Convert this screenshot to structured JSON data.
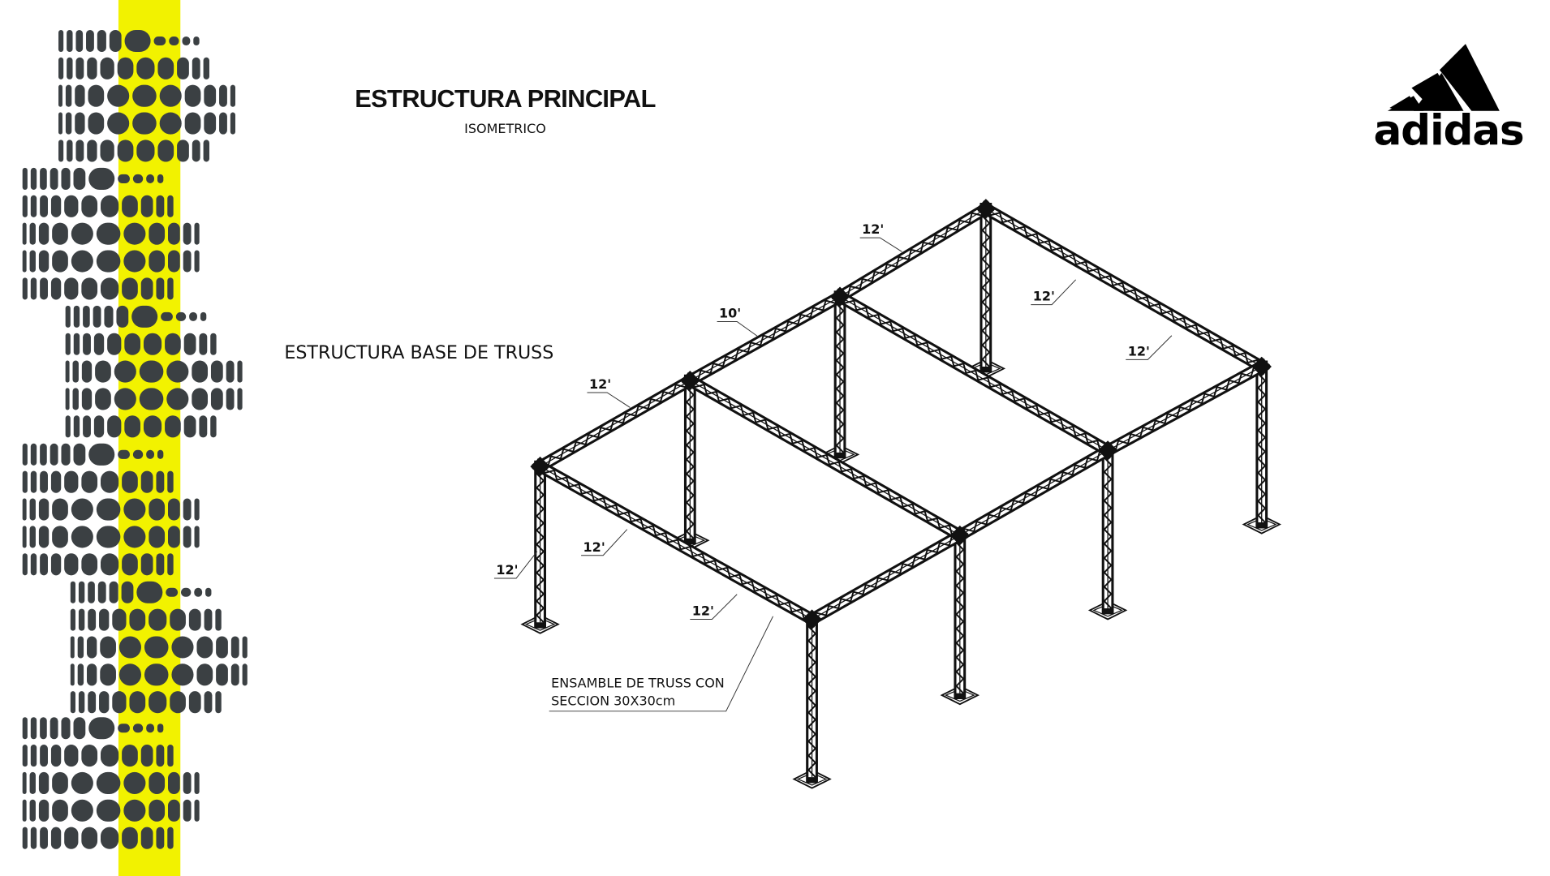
{
  "header": {
    "title": "ESTRUCTURA PRINCIPAL",
    "subtitle": "ISOMETRICO"
  },
  "section_label": "ESTRUCTURA BASE DE TRUSS",
  "logo": {
    "text": "adidas"
  },
  "dimensions": [
    "12'",
    "12'",
    "12'",
    "10'",
    "12'",
    "12'",
    "12'",
    "12'"
  ],
  "annotation": {
    "line1": "ENSAMBLE DE TRUSS CON",
    "line2": "SECCION 30X30cm"
  },
  "colors": {
    "accent_yellow": "#f2f200",
    "pattern_gray": "#3b4043",
    "ink": "#111111"
  }
}
